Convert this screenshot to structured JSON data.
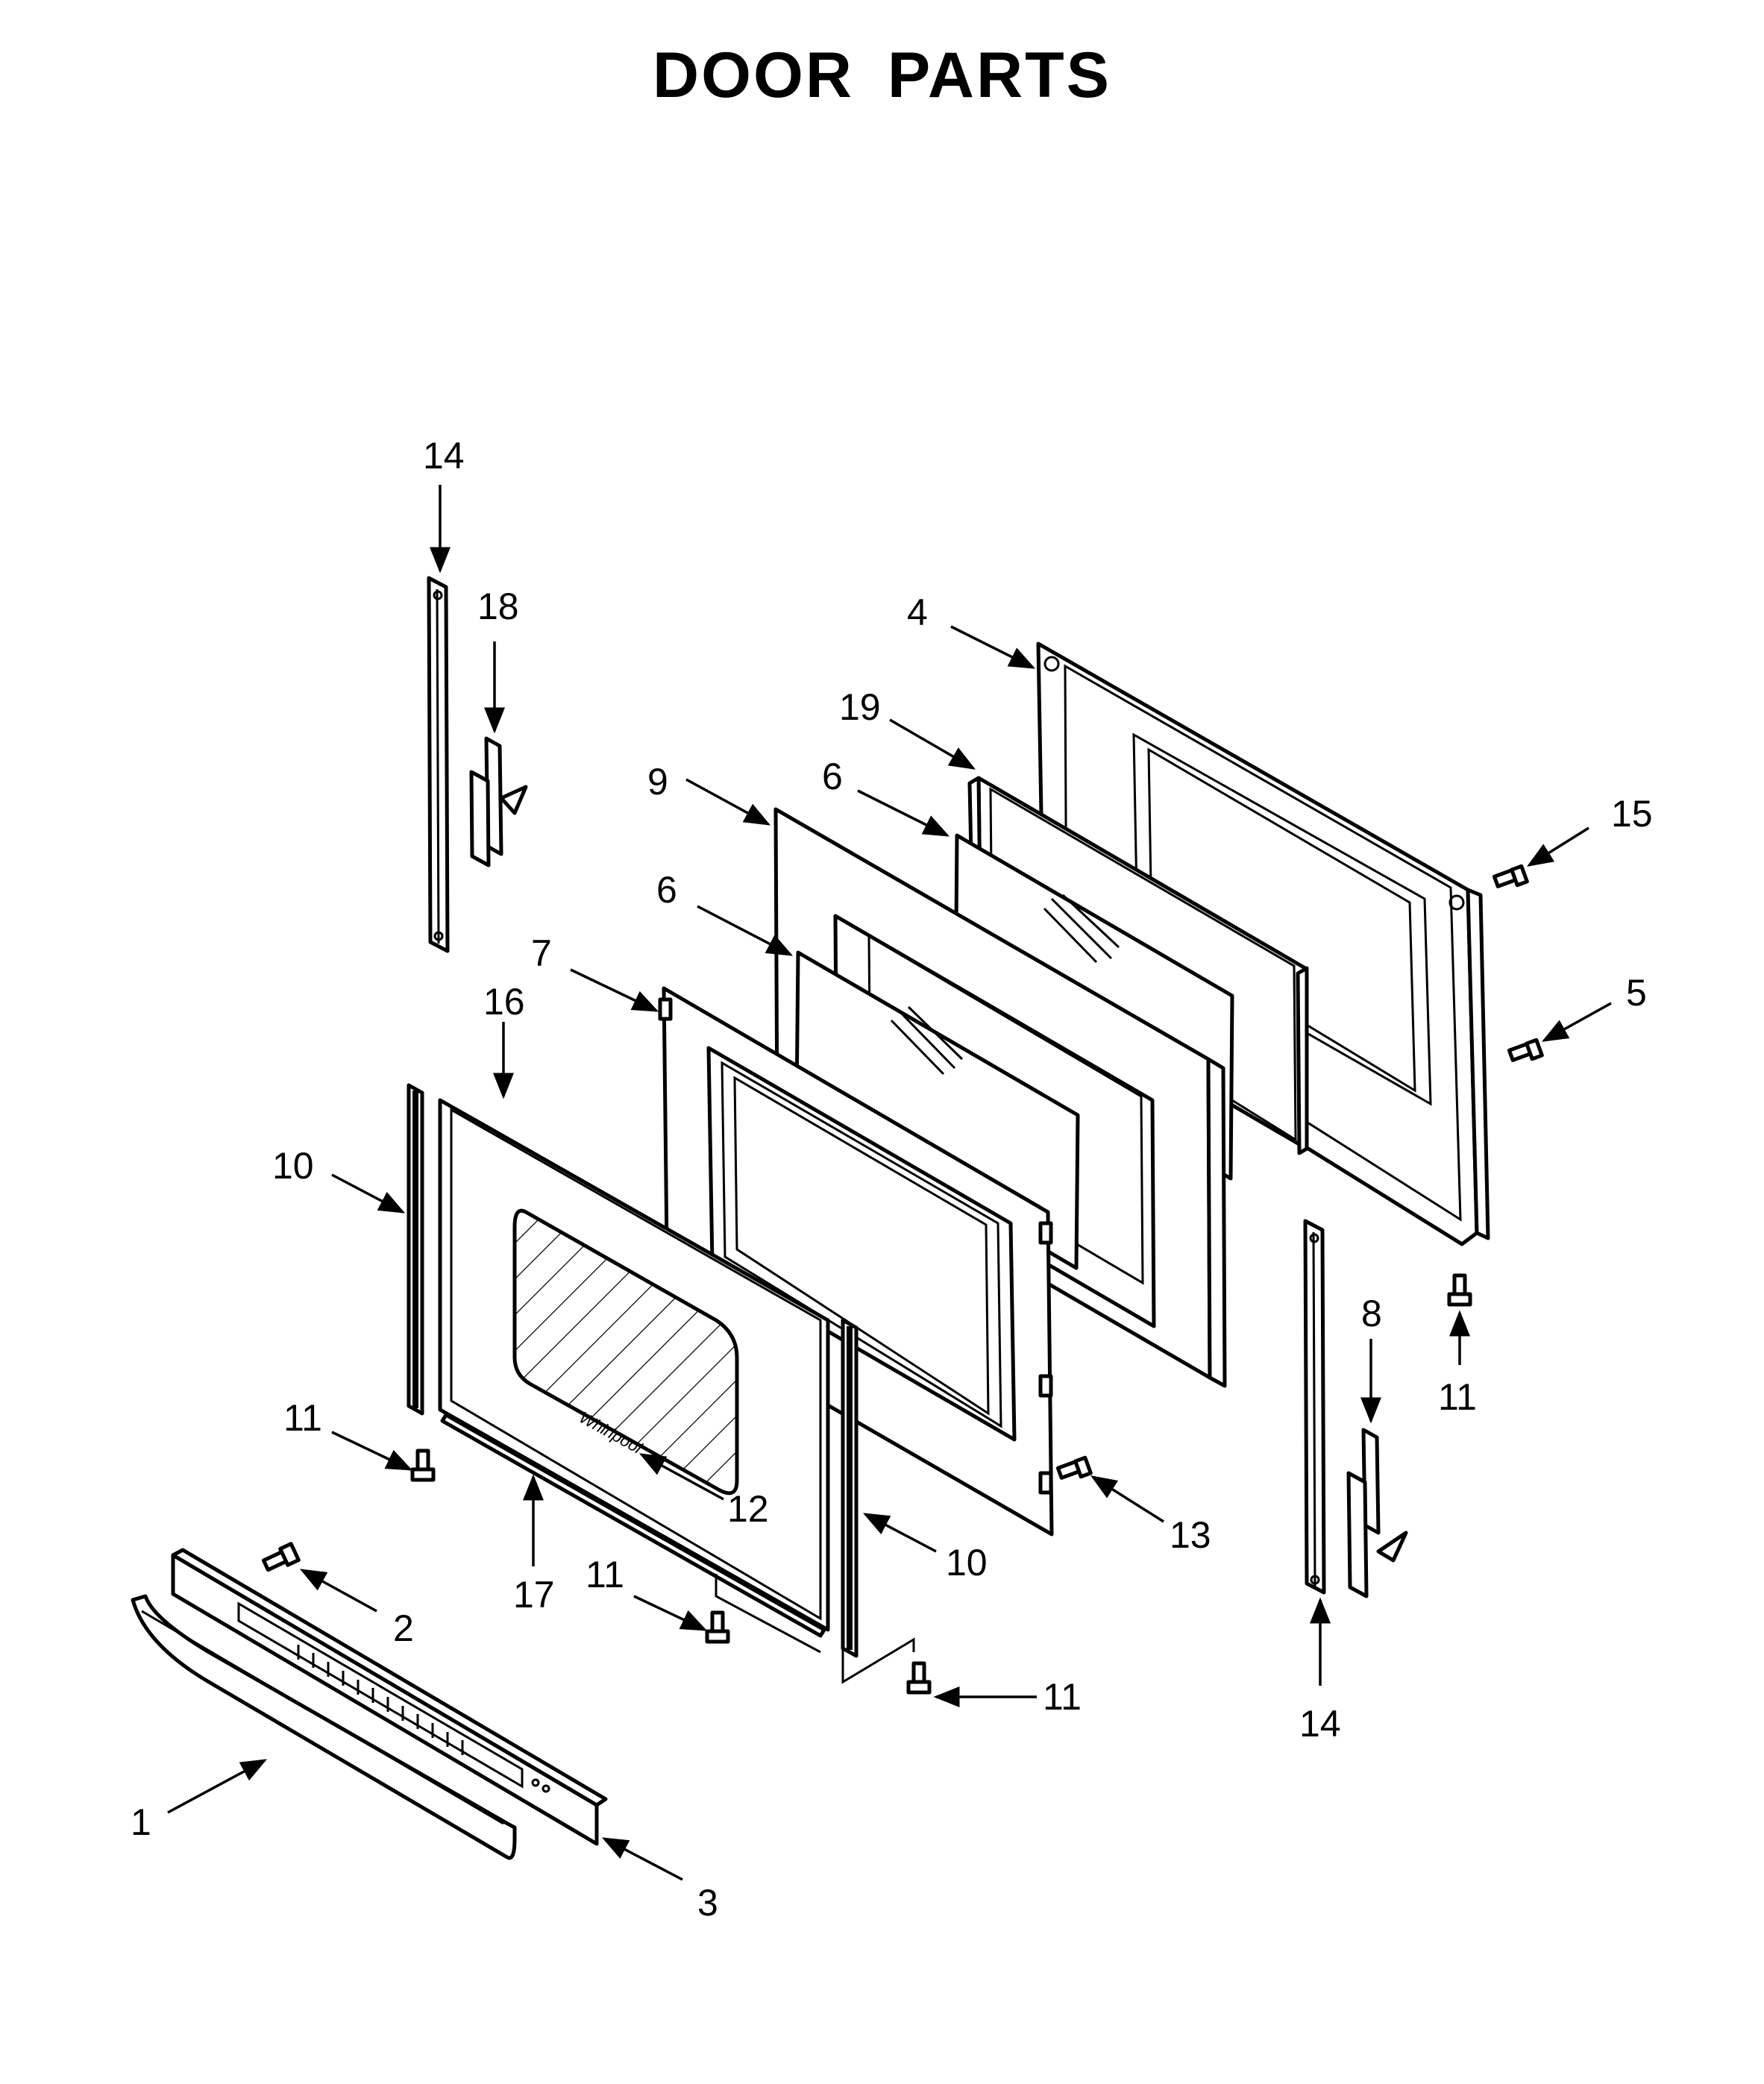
{
  "title": "DOOR PARTS",
  "callouts": [
    {
      "id": "c14a",
      "text": "14"
    },
    {
      "id": "c18",
      "text": "18"
    },
    {
      "id": "c4",
      "text": "4"
    },
    {
      "id": "c19",
      "text": "19"
    },
    {
      "id": "c6a",
      "text": "6"
    },
    {
      "id": "c9",
      "text": "9"
    },
    {
      "id": "c6b",
      "text": "6"
    },
    {
      "id": "c7",
      "text": "7"
    },
    {
      "id": "c16",
      "text": "16"
    },
    {
      "id": "c10a",
      "text": "10"
    },
    {
      "id": "c15",
      "text": "15"
    },
    {
      "id": "c5",
      "text": "5"
    },
    {
      "id": "c11a",
      "text": "11"
    },
    {
      "id": "c8",
      "text": "8"
    },
    {
      "id": "c11b",
      "text": "11"
    },
    {
      "id": "c12",
      "text": "12"
    },
    {
      "id": "c13",
      "text": "13"
    },
    {
      "id": "c10b",
      "text": "10"
    },
    {
      "id": "c17",
      "text": "17"
    },
    {
      "id": "c11c",
      "text": "11"
    },
    {
      "id": "c2",
      "text": "2"
    },
    {
      "id": "c11d",
      "text": "11"
    },
    {
      "id": "c14b",
      "text": "14"
    },
    {
      "id": "c1",
      "text": "1"
    },
    {
      "id": "c3",
      "text": "3"
    }
  ]
}
